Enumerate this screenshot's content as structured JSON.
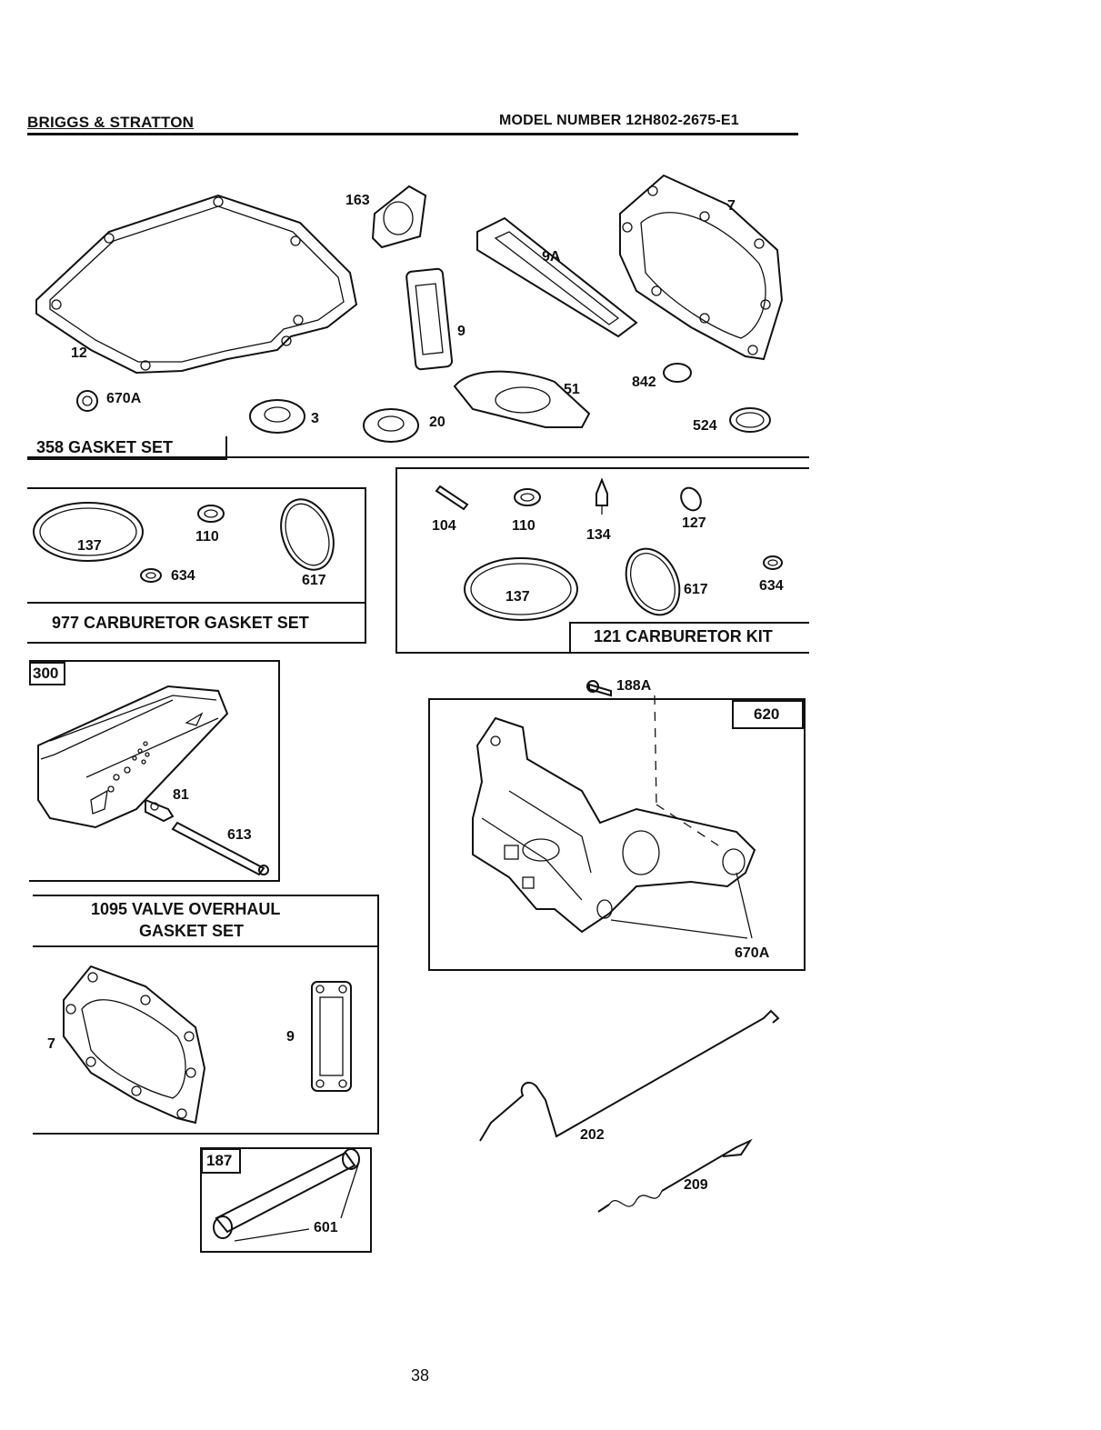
{
  "header": {
    "brand": "BRIGGS & STRATTON",
    "model": "MODEL NUMBER 12H802-2675-E1"
  },
  "sections": {
    "gasket_set": "358 GASKET SET",
    "carb_gasket_set": "977 CARBURETOR GASKET SET",
    "carb_kit": "121 CARBURETOR KIT",
    "valve_overhaul_line1": "1095 VALVE OVERHAUL",
    "valve_overhaul_line2": "GASKET SET"
  },
  "tags": {
    "muffler": "300",
    "bracket": "620",
    "tube": "187"
  },
  "parts": {
    "p12": "12",
    "p670a": "670A",
    "p3": "3",
    "p20": "20",
    "p163": "163",
    "p9": "9",
    "p9a": "9A",
    "p51": "51",
    "p7": "7",
    "p842": "842",
    "p524": "524",
    "c137": "137",
    "c110": "110",
    "c617": "617",
    "c634": "634",
    "k104": "104",
    "k110": "110",
    "k134": "134",
    "k127": "127",
    "k137": "137",
    "k617": "617",
    "k634": "634",
    "m81": "81",
    "m613": "613",
    "b188a": "188A",
    "b670a": "670A",
    "v7": "7",
    "v9": "9",
    "t601": "601",
    "l202": "202",
    "s209": "209"
  },
  "page": {
    "number": "38"
  }
}
